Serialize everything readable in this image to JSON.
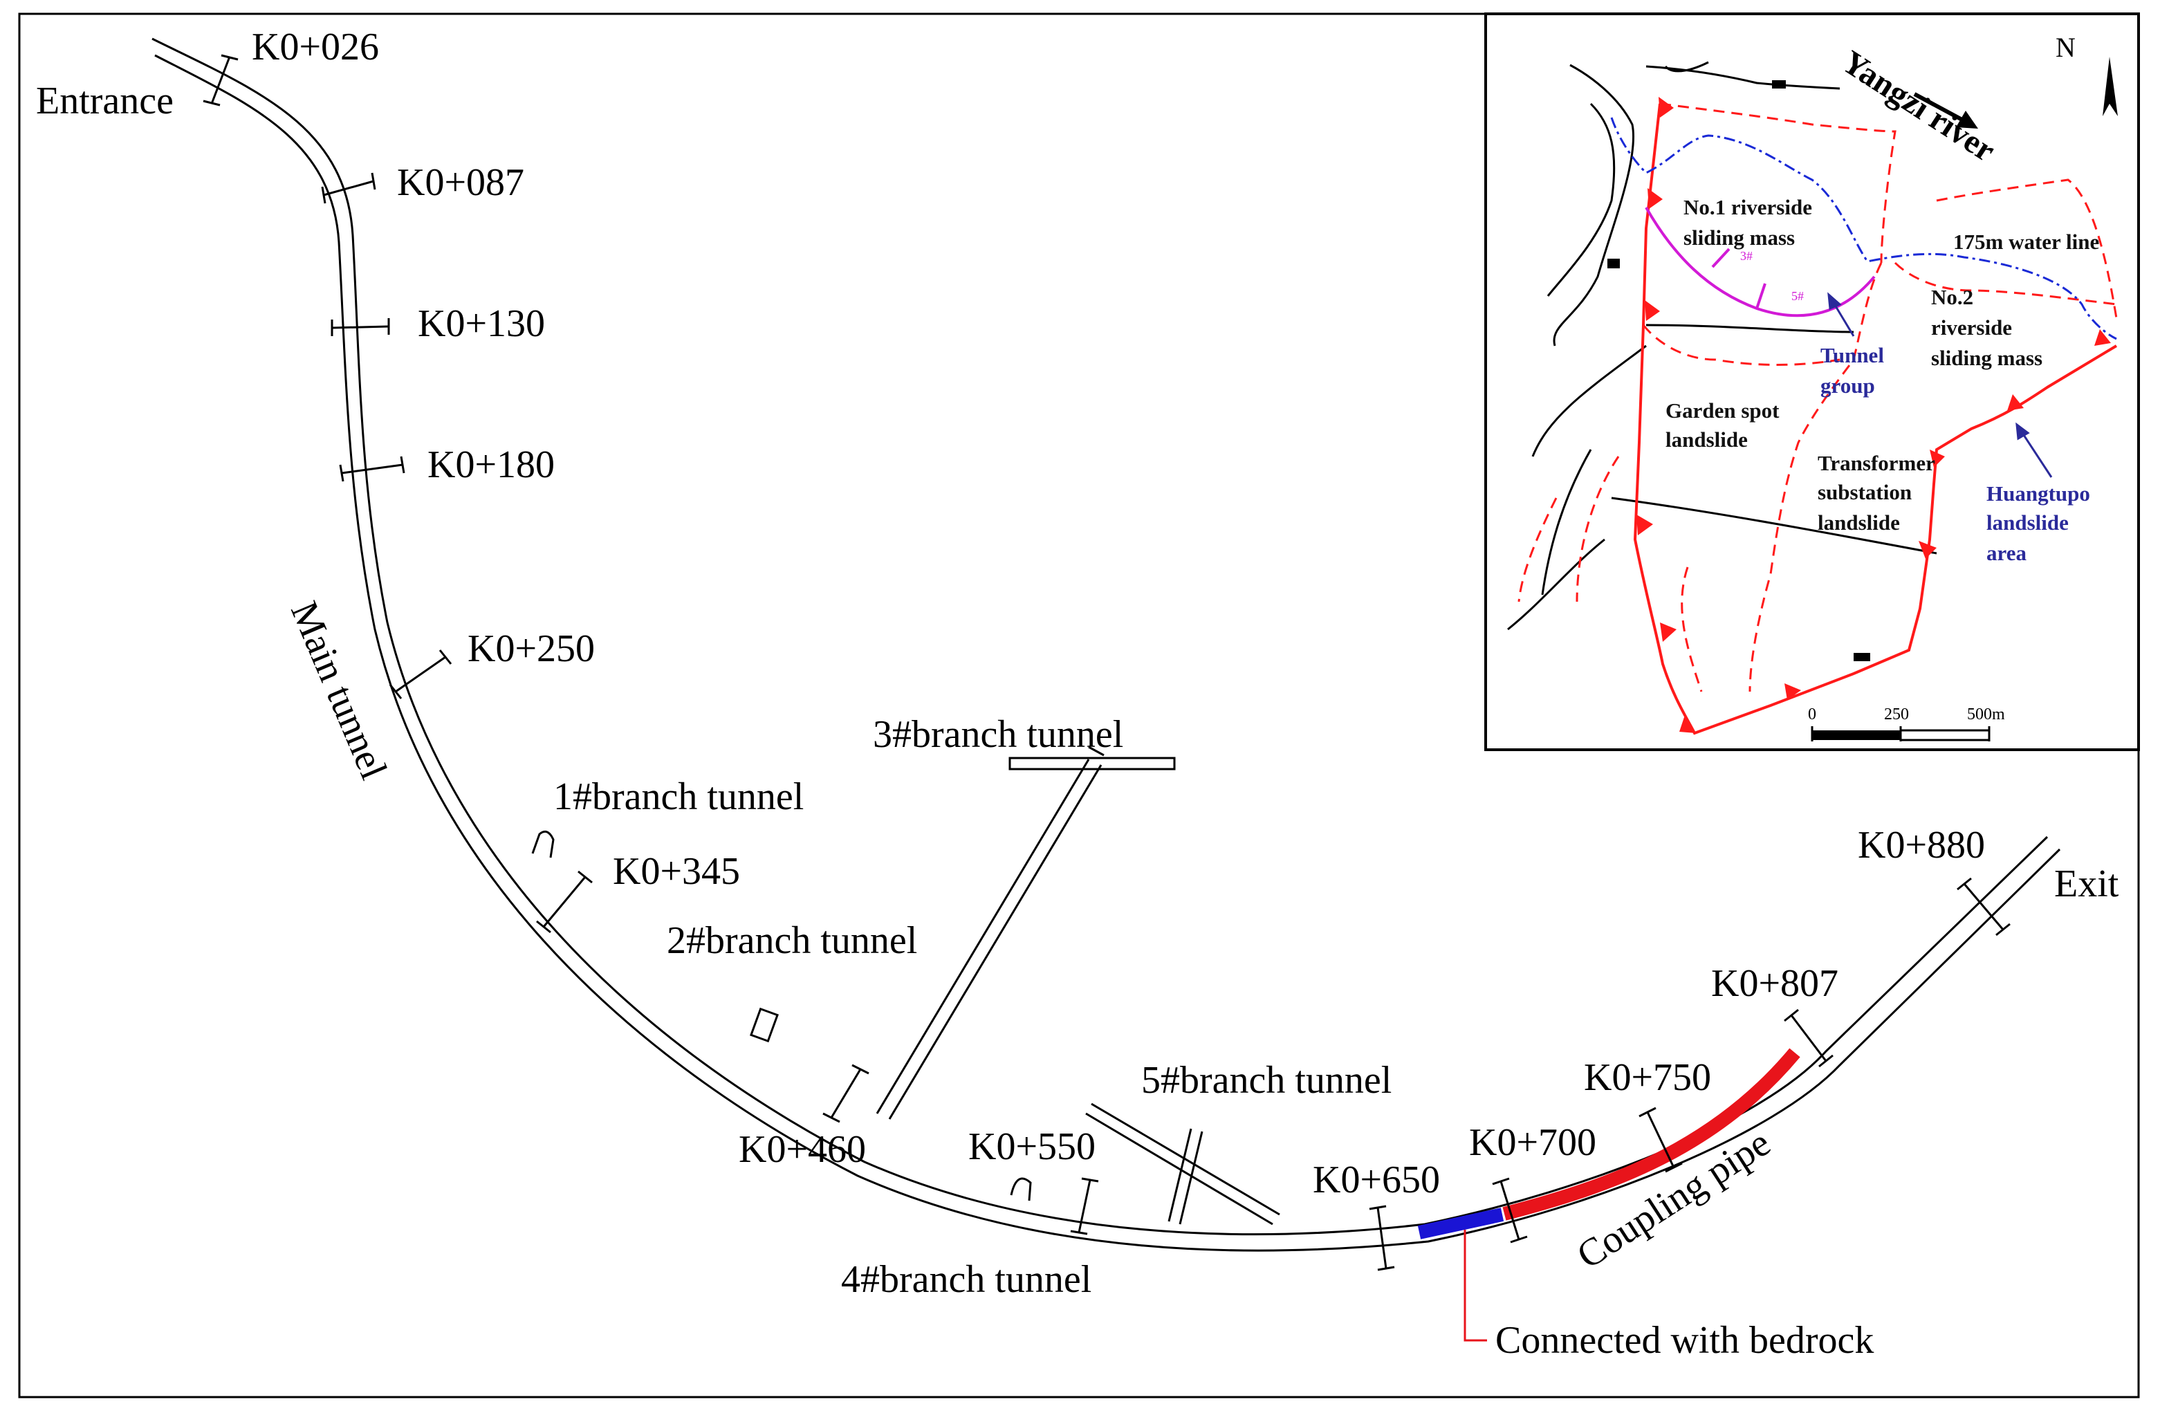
{
  "main": {
    "entrance_label": "Entrance",
    "exit_label": "Exit",
    "main_tunnel_label": "Main tunnel",
    "coupling_pipe_label": "Coupling pipe",
    "bedrock_label": "Connected with bedrock",
    "chainages": [
      "K0+026",
      "K0+087",
      "K0+130",
      "K0+180",
      "K0+250",
      "K0+345",
      "K0+460",
      "K0+550",
      "K0+650",
      "K0+700",
      "K0+750",
      "K0+807",
      "K0+880"
    ],
    "branch_labels": [
      "1#branch tunnel",
      "2#branch tunnel",
      "3#branch tunnel",
      "4#branch tunnel",
      "5#branch tunnel"
    ],
    "colors": {
      "line": "#000000",
      "coupling": "#e8141b",
      "bedrock": "#1a14d4",
      "boundary": "#e8141b"
    }
  },
  "inset": {
    "river_label": "Yangzi river",
    "north_label": "N",
    "sliding_mass_1": [
      "No.1 riverside",
      "sliding mass"
    ],
    "sliding_mass_2": [
      "No.2",
      "riverside",
      "sliding mass"
    ],
    "water_line_label": "175m water line",
    "tunnel_group": [
      "Tunnel",
      "group"
    ],
    "garden_spot": [
      "Garden spot",
      "landslide"
    ],
    "transformer": [
      "Transformer",
      "substation",
      "landslide"
    ],
    "huangtupo": [
      "Huangtupo",
      "landslide",
      "area"
    ],
    "scale_labels": [
      "0",
      "250",
      "500m"
    ],
    "shaft_labels": [
      "3#",
      "5#"
    ],
    "colors": {
      "boundary": "#ff1a1a",
      "water": "#1a2ad6",
      "tunnel": "#d21ad6",
      "label_blue": "#2a2a9a"
    }
  }
}
